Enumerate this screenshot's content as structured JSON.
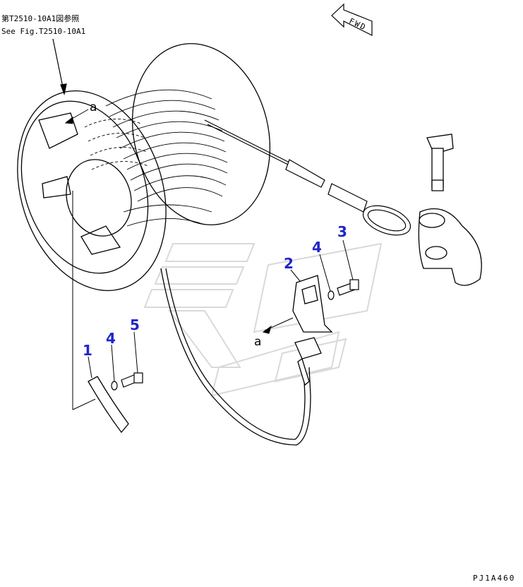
{
  "reference": {
    "line1": "第T2510-10A1図参照",
    "line2": "See Fig.T2510-10A1"
  },
  "fwd_label": "FWD",
  "drawing_code": "PJ1A460",
  "detail_label": "a",
  "part_numbers": {
    "p1": "1",
    "p2": "2",
    "p3": "3",
    "p4_upper": "4",
    "p4_lower": "4",
    "p5": "5"
  },
  "colors": {
    "callout": "#1f26c8",
    "line": "#000000",
    "watermark": "#d9d9d9"
  }
}
